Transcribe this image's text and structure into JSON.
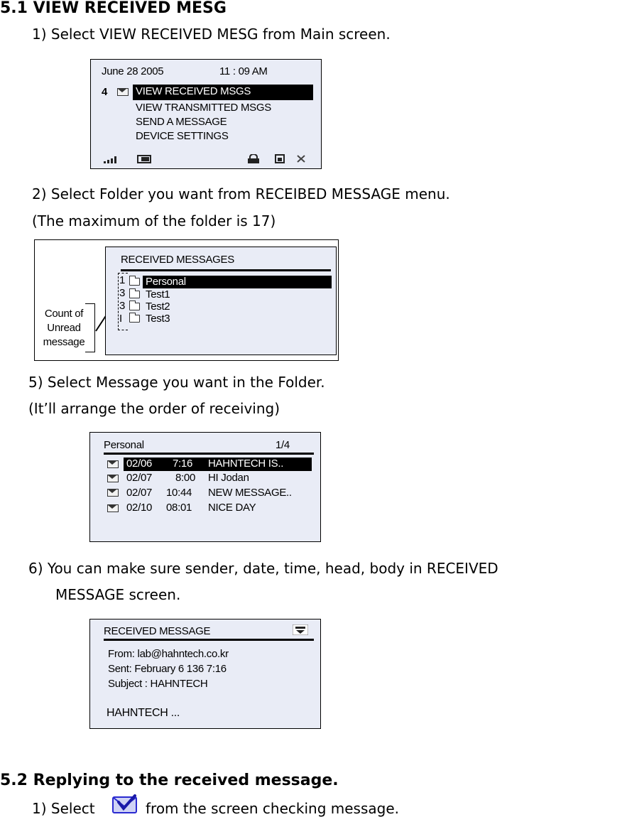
{
  "section1": {
    "heading": "5.1 VIEW RECEIVED MESG",
    "step1": "1) Select VIEW RECEIVED MESG from Main screen.",
    "step2_line1": "2) Select Folder you want from RECEIBED MESSAGE menu.",
    "step2_line2": "(The maximum of the folder is 17)",
    "step5_line1": "5)  Select Message you want in the Folder.",
    "step5_line2": "(It’ll arrange the order of receiving)",
    "step6_line1": "6)  You  can  make  sure  sender,  date,  time,  head,  body  in  RECEIVED",
    "step6_line2": "MESSAGE screen."
  },
  "screen_main": {
    "date": "June  28  2005",
    "time": "11 : 09   AM",
    "count": "4",
    "menu": [
      "VIEW RECEIVED MSGS",
      "VIEW TRANSMITTED MSGS",
      "SEND A MESSAGE",
      "DEVICE SETTINGS"
    ]
  },
  "screen_folders": {
    "title": "RECEIVED  MESSAGES",
    "callout": [
      "Count of",
      "Unread",
      "message"
    ],
    "counts": [
      "1",
      "3",
      "3",
      "I"
    ],
    "folders": [
      "Personal",
      "Test1",
      "Test2",
      "Test3"
    ]
  },
  "screen_list": {
    "folder": "Personal",
    "page": "1/4",
    "rows": [
      {
        "date": "02/06",
        "time": "7:16",
        "subject": "HAHNTECH IS.."
      },
      {
        "date": "02/07",
        "time": "8:00",
        "subject": "HI Jodan"
      },
      {
        "date": "02/07",
        "time": "10:44",
        "subject": "NEW MESSAGE.."
      },
      {
        "date": "02/10",
        "time": "08:01",
        "subject": "NICE DAY"
      }
    ]
  },
  "screen_detail": {
    "title": "RECEIVED MESSAGE",
    "from": "From: lab@hahntech.co.kr",
    "sent": "Sent: February 6 136 7:16",
    "subject": "Subject : HAHNTECH",
    "body": "HAHNTECH ..."
  },
  "section2": {
    "heading": "5.2 Replying to the received message.",
    "step1_before": "1) Select",
    "step1_after": "from the screen checking message.",
    "icon_color": "#2a2ad0"
  }
}
